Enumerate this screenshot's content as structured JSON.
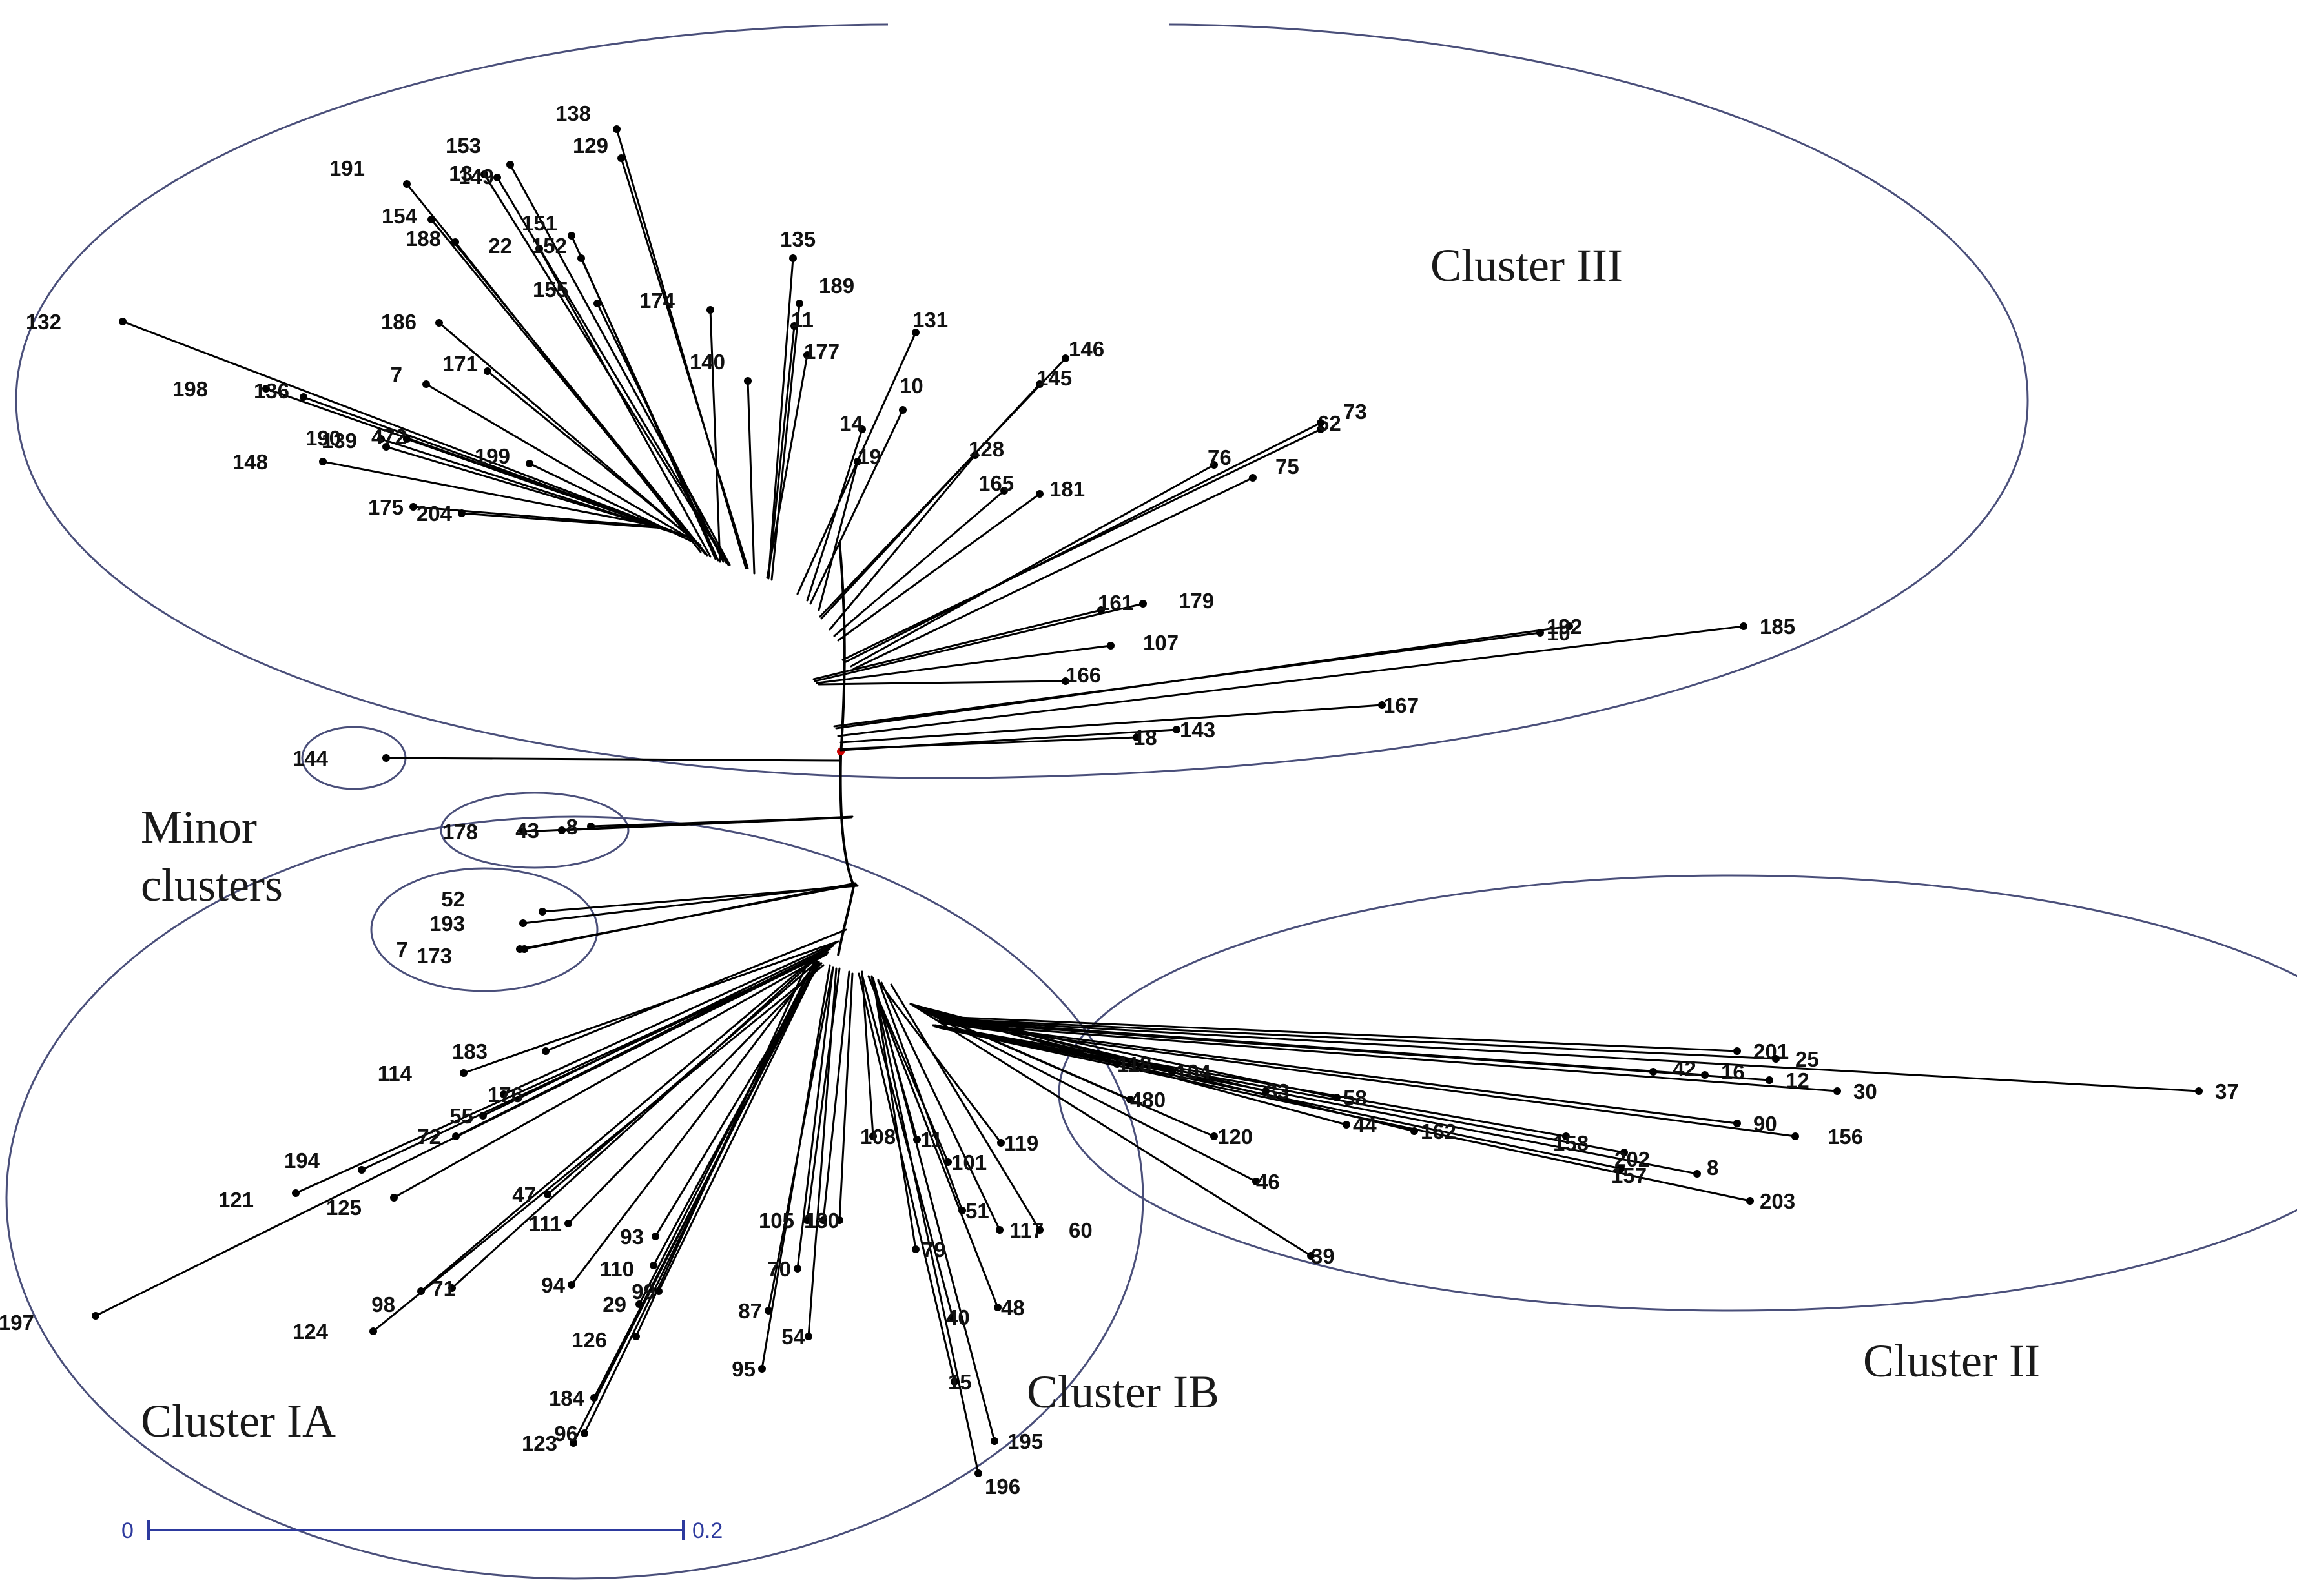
{
  "colors": {
    "ellipse": "#4a4f7a",
    "branch": "#000000",
    "scale": "#2d3a9e",
    "root": "#cc0000"
  },
  "clusters": {
    "cluster_iii": "Cluster III",
    "cluster_ii": "Cluster II",
    "cluster_ia": "Cluster IA",
    "cluster_ib": "Cluster IB",
    "minor_line1": "Minor",
    "minor_line2": "clusters"
  },
  "scale": {
    "min": "0",
    "max": "0.2"
  },
  "leaves": [
    "138",
    "129",
    "153",
    "13",
    "149",
    "191",
    "154",
    "188",
    "22",
    "151",
    "152",
    "155",
    "174",
    "135",
    "189",
    "11",
    "177",
    "140",
    "131",
    "10",
    "14",
    "19",
    "146",
    "145",
    "128",
    "165",
    "181",
    "62",
    "73",
    "76",
    "75",
    "132",
    "198",
    "136",
    "190",
    "186",
    "7",
    "171",
    "139",
    "472",
    "148",
    "175",
    "204",
    "199",
    "161",
    "179",
    "107",
    "166",
    "192",
    "10",
    "185",
    "167",
    "18",
    "143",
    "144",
    "178",
    "43",
    "8",
    "52",
    "193",
    "7",
    "173",
    "183",
    "114",
    "176",
    "55",
    "72",
    "194",
    "121",
    "125",
    "197",
    "47",
    "111",
    "93",
    "110",
    "94",
    "29",
    "99",
    "98",
    "71",
    "124",
    "126",
    "184",
    "123",
    "96",
    "108",
    "11",
    "119",
    "101",
    "105",
    "1",
    "180",
    "51",
    "117",
    "60",
    "79",
    "70",
    "87",
    "54",
    "95",
    "48",
    "40",
    "15",
    "195",
    "196",
    "118",
    "104",
    "480",
    "33",
    "120",
    "46",
    "39",
    "58",
    "44",
    "162",
    "201",
    "25",
    "42",
    "16",
    "12",
    "30",
    "90",
    "156",
    "158",
    "202",
    "157",
    "8",
    "203",
    "37"
  ]
}
